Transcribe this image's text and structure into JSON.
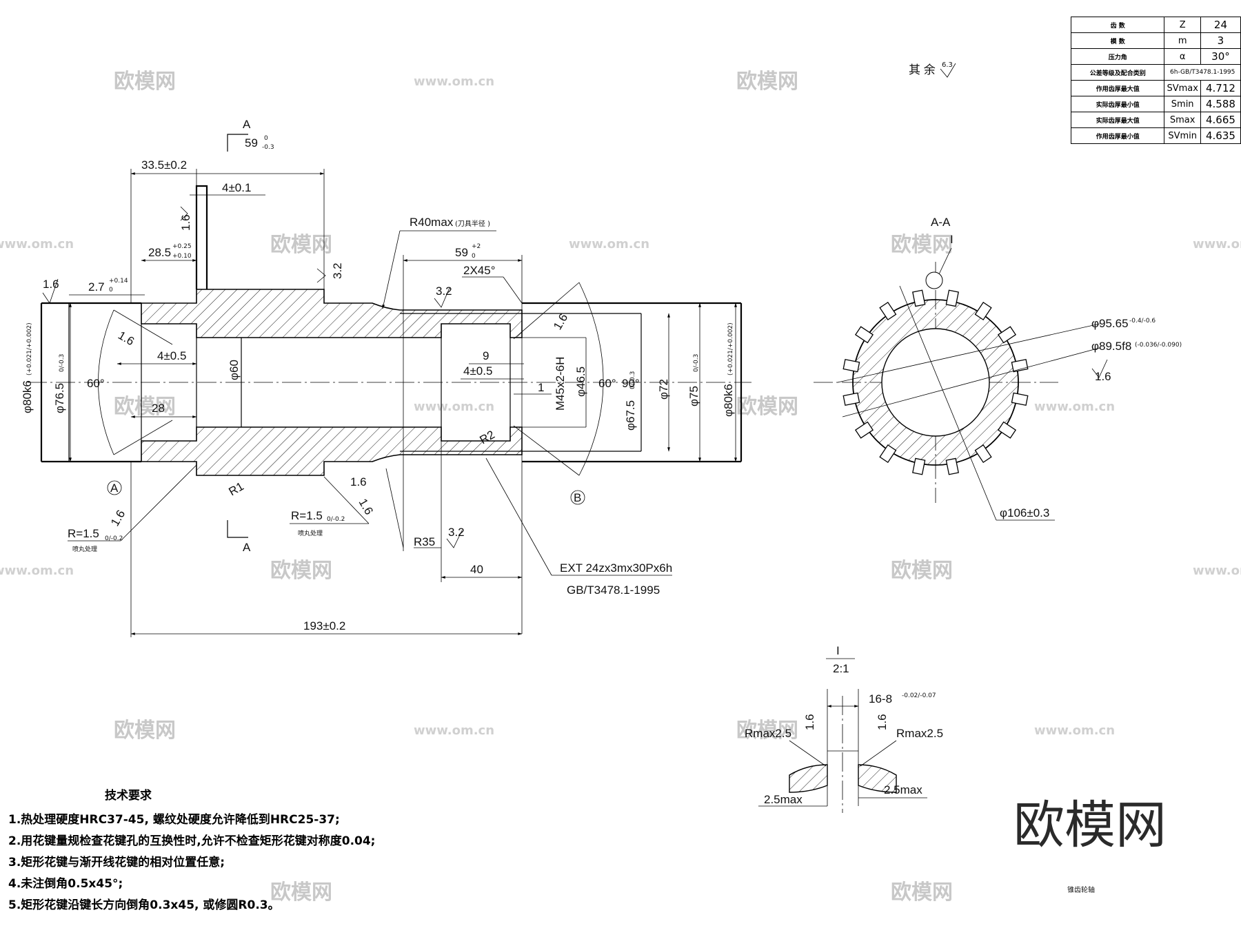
{
  "title_block": {
    "part_name": "锥齿轮轴",
    "remaining_roughness_label": "其 余",
    "remaining_roughness_value": "6.3"
  },
  "spec_table": {
    "rows": [
      {
        "label": "齿 数",
        "symbol": "Z",
        "value": "24"
      },
      {
        "label": "模 数",
        "symbol": "m",
        "value": "3"
      },
      {
        "label": "压力角",
        "symbol": "α",
        "value": "30°"
      },
      {
        "label": "公差等级及配合类别",
        "merged": "6h-GB/T3478.1-1995"
      },
      {
        "label": "作用齿厚最大值",
        "symbol": "SVmax",
        "value": "4.712"
      },
      {
        "label": "实际齿厚最小值",
        "symbol": "Smin",
        "value": "4.588"
      },
      {
        "label": "实际齿厚最大值",
        "symbol": "Smax",
        "value": "4.665"
      },
      {
        "label": "作用齿厚最小值",
        "symbol": "SVmin",
        "value": "4.635"
      }
    ]
  },
  "main_view": {
    "section_marker": "A",
    "dims": {
      "d_33_5": "33.5±0.2",
      "d_59_tol": "59",
      "d_59_tol_up": "0",
      "d_59_tol_lo": "-0.3",
      "d_4": "4±0.1",
      "d_28_5": "28.5",
      "d_28_5_up": "+0.25",
      "d_28_5_lo": "+0.10",
      "d_2_7": "2.7",
      "d_2_7_up": "+0.14",
      "d_2_7_lo": "0",
      "rough_1_6": "1.6",
      "rough_3_2": "3.2",
      "r40": "R40max",
      "r40_note": "(刀具半径 )",
      "d_59_b": "59",
      "d_59_b_up": "+2",
      "d_59_b_lo": "0",
      "chamfer": "2X45°",
      "d_4_05": "4±0.5",
      "d_28": "28",
      "phi60": "φ60",
      "angle60": "60°",
      "phi80_left": "φ80k6",
      "phi80_tol": "(+0.021/+0.002)",
      "phi76": "φ76.5",
      "phi76_tol": "0/-0.3",
      "d_9": "9",
      "d_4_05b": "4±0.5",
      "d_1": "1",
      "m45": "M45x2-6H",
      "phi46": "φ46.5",
      "angle60b": "60°",
      "angle90": "90°",
      "phi67": "φ67.5",
      "phi67_tol": "0/-0.3",
      "phi72": "φ72",
      "phi75": "φ75",
      "phi75_tol": "0/-0.3",
      "phi80_right": "φ80k6",
      "r2": "R2",
      "r1": "R1",
      "r15_a": "R=1.5",
      "r15_tol": "0/-0.2",
      "r15_note": "喷丸处理",
      "r15_b": "R=1.5",
      "r15_b_note": "喷丸处理",
      "r35": "R35",
      "d_40": "40",
      "ext_spline": "EXT 24zx3mx30Px6h",
      "ext_std": "GB/T3478.1-1995",
      "d_193": "193±0.2",
      "datum_a": "A",
      "datum_b": "B"
    }
  },
  "section_view": {
    "title": "A-A",
    "detail_marker": "I",
    "phi95": "φ95.65",
    "phi95_tol": "-0.4/-0.6",
    "phi89": "φ89.5f8",
    "phi89_tol": "(-0.036/-0.090)",
    "rough": "1.6",
    "phi106": "φ106±0.3"
  },
  "detail_view": {
    "label_top": "I",
    "label_scale": "2:1",
    "width_dim": "16-8",
    "width_tol": "-0.02/-0.07",
    "rmax_left": "Rmax2.5",
    "rmax_right": "Rmax2.5",
    "rough_left": "1.6",
    "rough_right": "1.6",
    "max_left": "2.5max",
    "max_right": "2.5max"
  },
  "requirements": {
    "title": "技术要求",
    "items": [
      "1.热处理硬度HRC37-45, 螺纹处硬度允许降低到HRC25-37;",
      "2.用花键量规检查花键孔的互换性时,允许不检查矩形花键对称度0.04;",
      "3.矩形花键与渐开线花键的相对位置任意;",
      "4.未注倒角0.5x45°;",
      "5.矩形花键沿键长方向倒角0.3x45, 或修圆R0.3。"
    ]
  },
  "watermark": {
    "brand": "欧模网",
    "url": "www.om.cn"
  }
}
